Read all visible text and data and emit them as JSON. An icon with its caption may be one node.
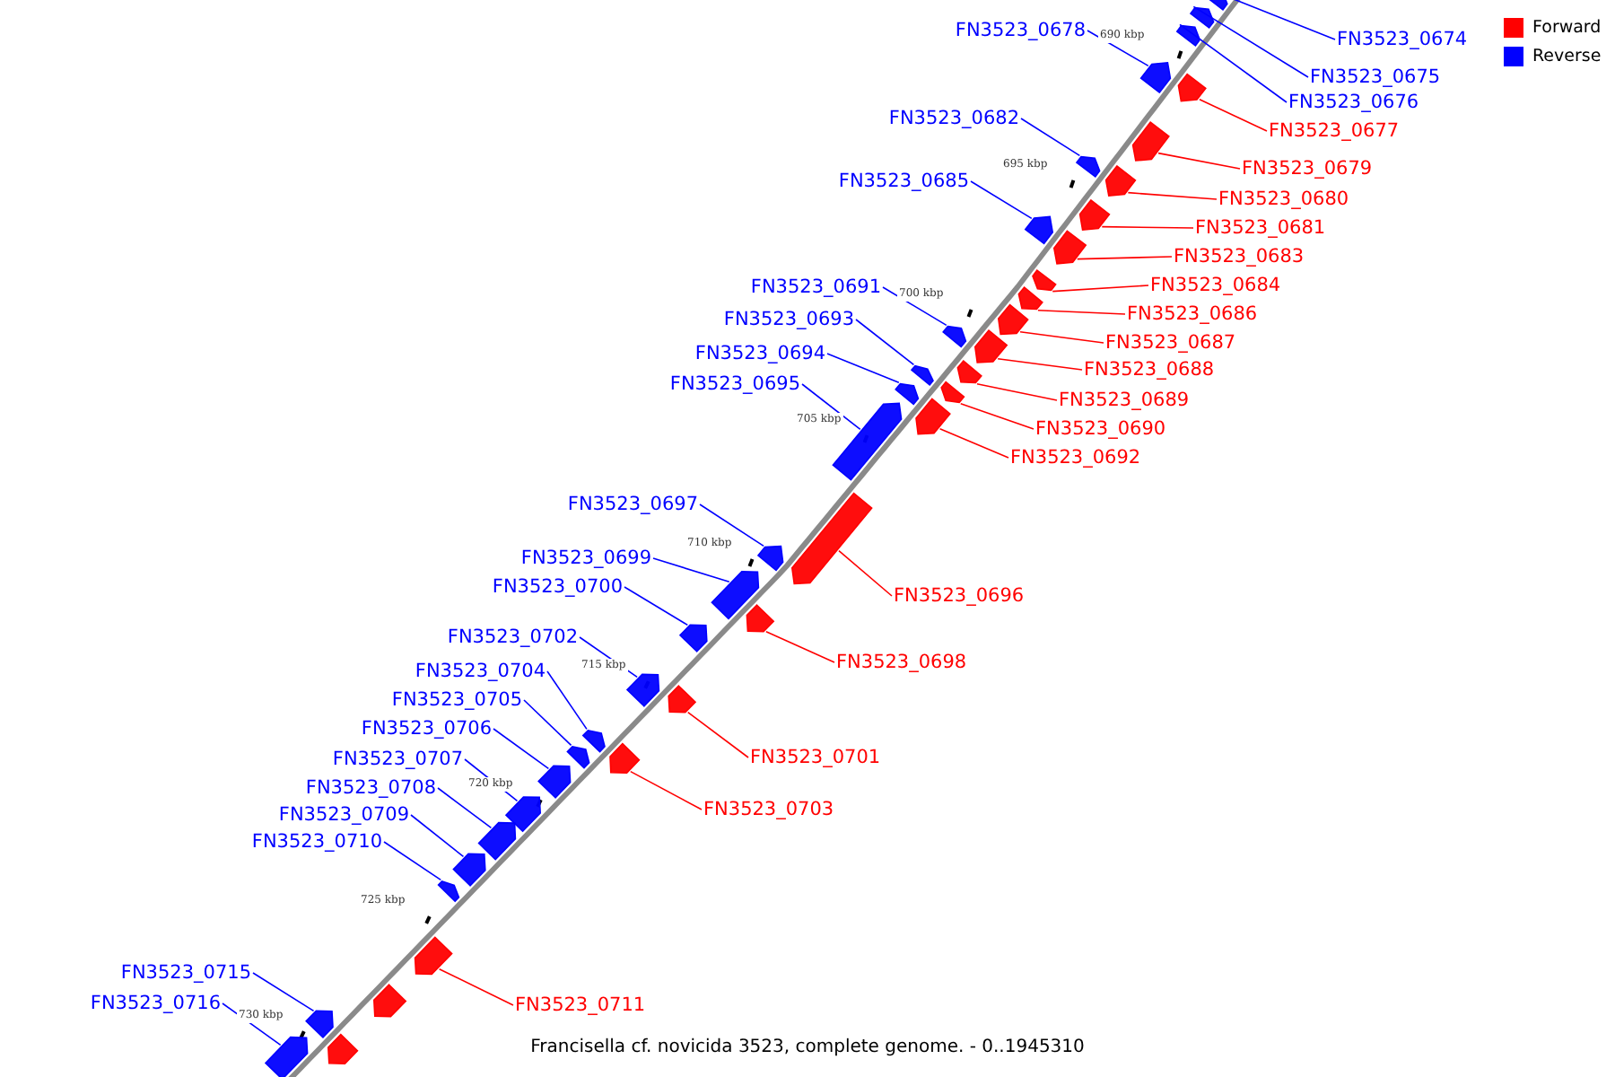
{
  "diagram": {
    "caption": "Francisella cf. novicida 3523, complete genome. - 0..1945310",
    "nodes": [
      {
        "text": [
          "FN3523_0678"
        ]
      },
      {
        "text": [],
        "shape": "arrow"
      },
      {
        "text": [
          "FN3523_0674"
        ]
      },
      {
        "text": [],
        "shape": "arrow"
      },
      {
        "text": [
          "FN3523_0675"
        ]
      },
      {
        "text": [],
        "shape": "arrow"
      },
      {
        "text": [
          "FN3523_0676"
        ]
      },
      {
        "text": [],
        "shape": "arrow"
      },
      {
        "text": [
          "FN3523_0682"
        ]
      },
      {
        "text": [],
        "shape": "arrow"
      },
      {
        "text": [
          "FN3523_0677"
        ]
      },
      {
        "text": [],
        "shape": "arrow"
      },
      {
        "text": [
          "FN3523_0679"
        ]
      },
      {
        "text": [],
        "shape": "arrow"
      },
      {
        "text": [
          "FN3523_0685"
        ]
      },
      {
        "text": [],
        "shape": "arrow"
      },
      {
        "text": [
          "FN3523_0680"
        ]
      },
      {
        "text": [],
        "shape": "arrow"
      },
      {
        "text": [
          "FN3523_0681"
        ]
      },
      {
        "text": [],
        "shape": "arrow"
      },
      {
        "text": [
          "FN3523_0683"
        ]
      },
      {
        "text": [],
        "shape": "arrow"
      },
      {
        "text": [
          "FN3523_0684"
        ]
      },
      {
        "text": [],
        "shape": "arrow"
      },
      {
        "text": [
          "FN3523_0691"
        ]
      },
      {
        "text": [],
        "shape": "arrow"
      },
      {
        "text": [
          "FN3523_0686"
        ]
      },
      {
        "text": [],
        "shape": "arrow"
      },
      {
        "text": [
          "FN3523_0693"
        ]
      },
      {
        "text": [],
        "shape": "arrow"
      },
      {
        "text": [
          "FN3523_0687"
        ]
      },
      {
        "text": [],
        "shape": "arrow"
      },
      {
        "text": [
          "FN3523_0694"
        ]
      },
      {
        "text": [],
        "shape": "arrow"
      },
      {
        "text": [
          "FN3523_0688"
        ]
      },
      {
        "text": [],
        "shape": "arrow"
      },
      {
        "text": [
          "FN3523_0695"
        ]
      },
      {
        "text": [],
        "shape": "arrow"
      },
      {
        "text": [
          "FN3523_0689"
        ]
      },
      {
        "text": [],
        "shape": "arrow"
      },
      {
        "text": [
          "FN3523_0690"
        ]
      },
      {
        "text": [],
        "shape": "arrow"
      },
      {
        "text": [
          "FN3523_0692"
        ]
      },
      {
        "text": [],
        "shape": "arrow"
      },
      {
        "text": [
          "FN3523_0697"
        ]
      },
      {
        "text": [],
        "shape": "arrow"
      },
      {
        "text": [
          "FN3523_0699"
        ]
      },
      {
        "text": [],
        "shape": "arrow"
      },
      {
        "text": [
          "FN3523_0700"
        ]
      },
      {
        "text": [],
        "shape": "arrow"
      },
      {
        "text": [
          "FN3523_0696"
        ]
      },
      {
        "text": [],
        "shape": "arrow"
      },
      {
        "text": [
          "FN3523_0702"
        ]
      },
      {
        "text": [],
        "shape": "arrow"
      },
      {
        "text": [
          "FN3523_0698"
        ]
      },
      {
        "text": [],
        "shape": "arrow"
      },
      {
        "text": [
          "FN3523_0704"
        ]
      },
      {
        "text": [],
        "shape": "arrow"
      },
      {
        "text": [
          "FN3523_0705"
        ]
      },
      {
        "text": [],
        "shape": "arrow"
      },
      {
        "text": [
          "FN3523_0706"
        ]
      },
      {
        "text": [],
        "shape": "arrow"
      },
      {
        "text": [
          "FN3523_0701"
        ]
      },
      {
        "text": [],
        "shape": "arrow"
      },
      {
        "text": [
          "FN3523_0707"
        ]
      },
      {
        "text": [],
        "shape": "arrow"
      },
      {
        "text": [
          "FN3523_0708"
        ]
      },
      {
        "text": [],
        "shape": "arrow"
      },
      {
        "text": [
          "FN3523_0703"
        ]
      },
      {
        "text": [],
        "shape": "arrow"
      },
      {
        "text": [
          "FN3523_0709"
        ]
      },
      {
        "text": [],
        "shape": "arrow"
      },
      {
        "text": [
          "FN3523_0710"
        ]
      },
      {
        "text": [],
        "shape": "arrow"
      },
      {
        "text": [
          "FN3523_0715"
        ]
      },
      {
        "text": [],
        "shape": "arrow"
      },
      {
        "text": [
          "FN3523_0716"
        ]
      },
      {
        "text": [],
        "shape": "arrow"
      },
      {
        "text": [
          "FN3523_0711"
        ]
      },
      {
        "text": [],
        "shape": "arrow"
      },
      {
        "text": [],
        "shape": "arrow"
      },
      {
        "text": [],
        "shape": "arrow"
      }
    ],
    "edges": [
      {
        "from": 0,
        "to": 1,
        "arrow": "none"
      },
      {
        "from": 2,
        "to": 3,
        "arrow": "none"
      },
      {
        "from": 4,
        "to": 5,
        "arrow": "none"
      },
      {
        "from": 6,
        "to": 7,
        "arrow": "none"
      },
      {
        "from": 8,
        "to": 9,
        "arrow": "none"
      },
      {
        "from": 10,
        "to": 11,
        "arrow": "none",
        "color": "#ff0000"
      },
      {
        "from": 12,
        "to": 13,
        "arrow": "none",
        "color": "#ff0000"
      },
      {
        "from": 14,
        "to": 15,
        "arrow": "none"
      },
      {
        "from": 16,
        "to": 17,
        "arrow": "none",
        "color": "#ff0000"
      },
      {
        "from": 18,
        "to": 19,
        "arrow": "none",
        "color": "#ff0000"
      },
      {
        "from": 20,
        "to": 21,
        "arrow": "none",
        "color": "#ff0000"
      },
      {
        "from": 22,
        "to": 23,
        "arrow": "none",
        "color": "#ff0000"
      },
      {
        "from": 24,
        "to": 25,
        "arrow": "none"
      },
      {
        "from": 26,
        "to": 27,
        "arrow": "none",
        "color": "#ff0000"
      },
      {
        "from": 28,
        "to": 29,
        "arrow": "none"
      },
      {
        "from": 30,
        "to": 31,
        "arrow": "none",
        "color": "#ff0000"
      },
      {
        "from": 32,
        "to": 33,
        "arrow": "none"
      },
      {
        "from": 34,
        "to": 35,
        "arrow": "none",
        "color": "#ff0000"
      },
      {
        "from": 36,
        "to": 37,
        "arrow": "none"
      },
      {
        "from": 38,
        "to": 39,
        "arrow": "none",
        "color": "#ff0000"
      },
      {
        "from": 40,
        "to": 41,
        "arrow": "none",
        "color": "#ff0000"
      },
      {
        "from": 42,
        "to": 43,
        "arrow": "none",
        "color": "#ff0000"
      },
      {
        "from": 44,
        "to": 45,
        "arrow": "none"
      },
      {
        "from": 46,
        "to": 47,
        "arrow": "none"
      },
      {
        "from": 48,
        "to": 49,
        "arrow": "none"
      },
      {
        "from": 50,
        "to": 51,
        "arrow": "none",
        "color": "#ff0000"
      },
      {
        "from": 52,
        "to": 53,
        "arrow": "none"
      },
      {
        "from": 54,
        "to": 55,
        "arrow": "none",
        "color": "#ff0000"
      },
      {
        "from": 56,
        "to": 57,
        "arrow": "none"
      },
      {
        "from": 58,
        "to": 59,
        "arrow": "none"
      },
      {
        "from": 60,
        "to": 61,
        "arrow": "none"
      },
      {
        "from": 62,
        "to": 63,
        "arrow": "none",
        "color": "#ff0000"
      },
      {
        "from": 64,
        "to": 65,
        "arrow": "none"
      },
      {
        "from": 66,
        "to": 67,
        "arrow": "none"
      },
      {
        "from": 68,
        "to": 69,
        "arrow": "none",
        "color": "#ff0000"
      },
      {
        "from": 70,
        "to": 71,
        "arrow": "none"
      },
      {
        "from": 72,
        "to": 73,
        "arrow": "none"
      },
      {
        "from": 74,
        "to": 75,
        "arrow": "none"
      },
      {
        "from": 76,
        "to": 77,
        "arrow": "none"
      },
      {
        "from": 78,
        "to": 79,
        "arrow": "none",
        "color": "#ff0000"
      }
    ],
    "labels": [
      "690 kbp",
      "695 kbp",
      "700 kbp",
      "705 kbp",
      "710 kbp",
      "715 kbp",
      "720 kbp",
      "725 kbp",
      "730 kbp"
    ],
    "legend": [
      {
        "text": "Forward",
        "color": "#ff0000"
      },
      {
        "text": "Reverse",
        "color": "#0000ff"
      }
    ]
  }
}
